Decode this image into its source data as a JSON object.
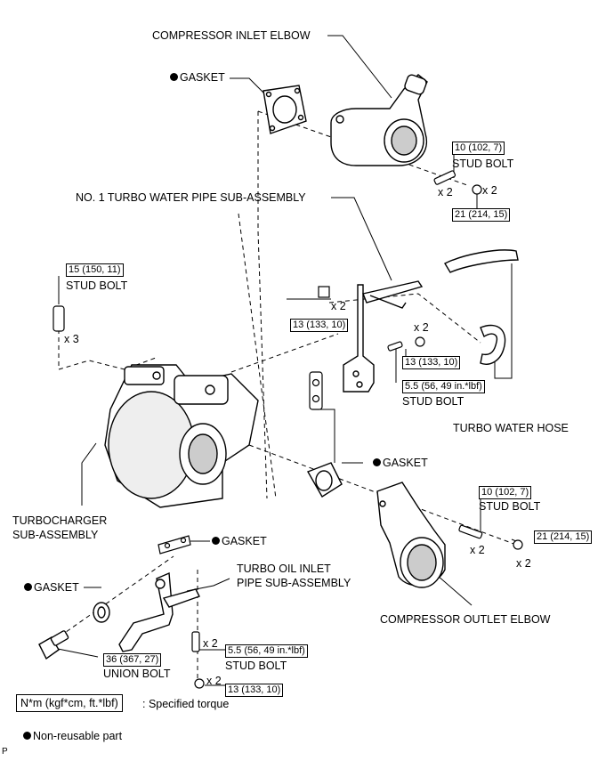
{
  "labels": {
    "compressor_inlet_elbow": "COMPRESSOR INLET ELBOW",
    "gasket_top": "GASKET",
    "stud_bolt_top_right": "STUD BOLT",
    "turbo_water_pipe": "NO. 1 TURBO WATER PIPE SUB-ASSEMBLY",
    "stud_bolt_left": "STUD BOLT",
    "stud_bolt_mid": "STUD BOLT",
    "turbo_water_hose": "TURBO WATER HOSE",
    "gasket_mid": "GASKET",
    "turbocharger_line1": "TURBOCHARGER",
    "turbocharger_line2": "SUB-ASSEMBLY",
    "stud_bolt_outlet": "STUD BOLT",
    "gasket_oil": "GASKET",
    "turbo_oil_inlet_line1": "TURBO OIL INLET",
    "turbo_oil_inlet_line2": "PIPE SUB-ASSEMBLY",
    "gasket_left": "GASKET",
    "compressor_outlet_elbow": "COMPRESSOR OUTLET ELBOW",
    "union_bolt": "UNION BOLT",
    "stud_bolt_bottom": "STUD BOLT"
  },
  "torques": {
    "t_stud_top": "10 (102, 7)",
    "t_nut_top": "21 (214, 15)",
    "t_stud_left": "15 (150, 11)",
    "t_bolt_pipe": "13 (133, 10)",
    "t_nut_pipe": "13 (133, 10)",
    "t_stud_pipe": "5.5 (56, 49 in.*lbf)",
    "t_stud_outlet": "10 (102, 7)",
    "t_nut_outlet": "21 (214, 15)",
    "t_union": "36 (367, 27)",
    "t_stud_oil": "5.5 (56, 49 in.*lbf)",
    "t_nut_oil": "13 (133, 10)"
  },
  "quantities": {
    "q_stud_top": "x 2",
    "q_nut_top": "x 2",
    "q_stud_left": "x 3",
    "q_bolt_pipe": "x 2",
    "q_nut_pipe": "x 2",
    "q_stud_outlet": "x 2",
    "q_nut_outlet": "x 2",
    "q_stud_oil": "x 2",
    "q_nut_oil": "x 2"
  },
  "legend": {
    "unit": "N*m (kgf*cm, ft.*lbf)",
    "unit_desc": ": Specified torque",
    "nonreusable": "Non-reusable part"
  },
  "footer_mark": "P"
}
